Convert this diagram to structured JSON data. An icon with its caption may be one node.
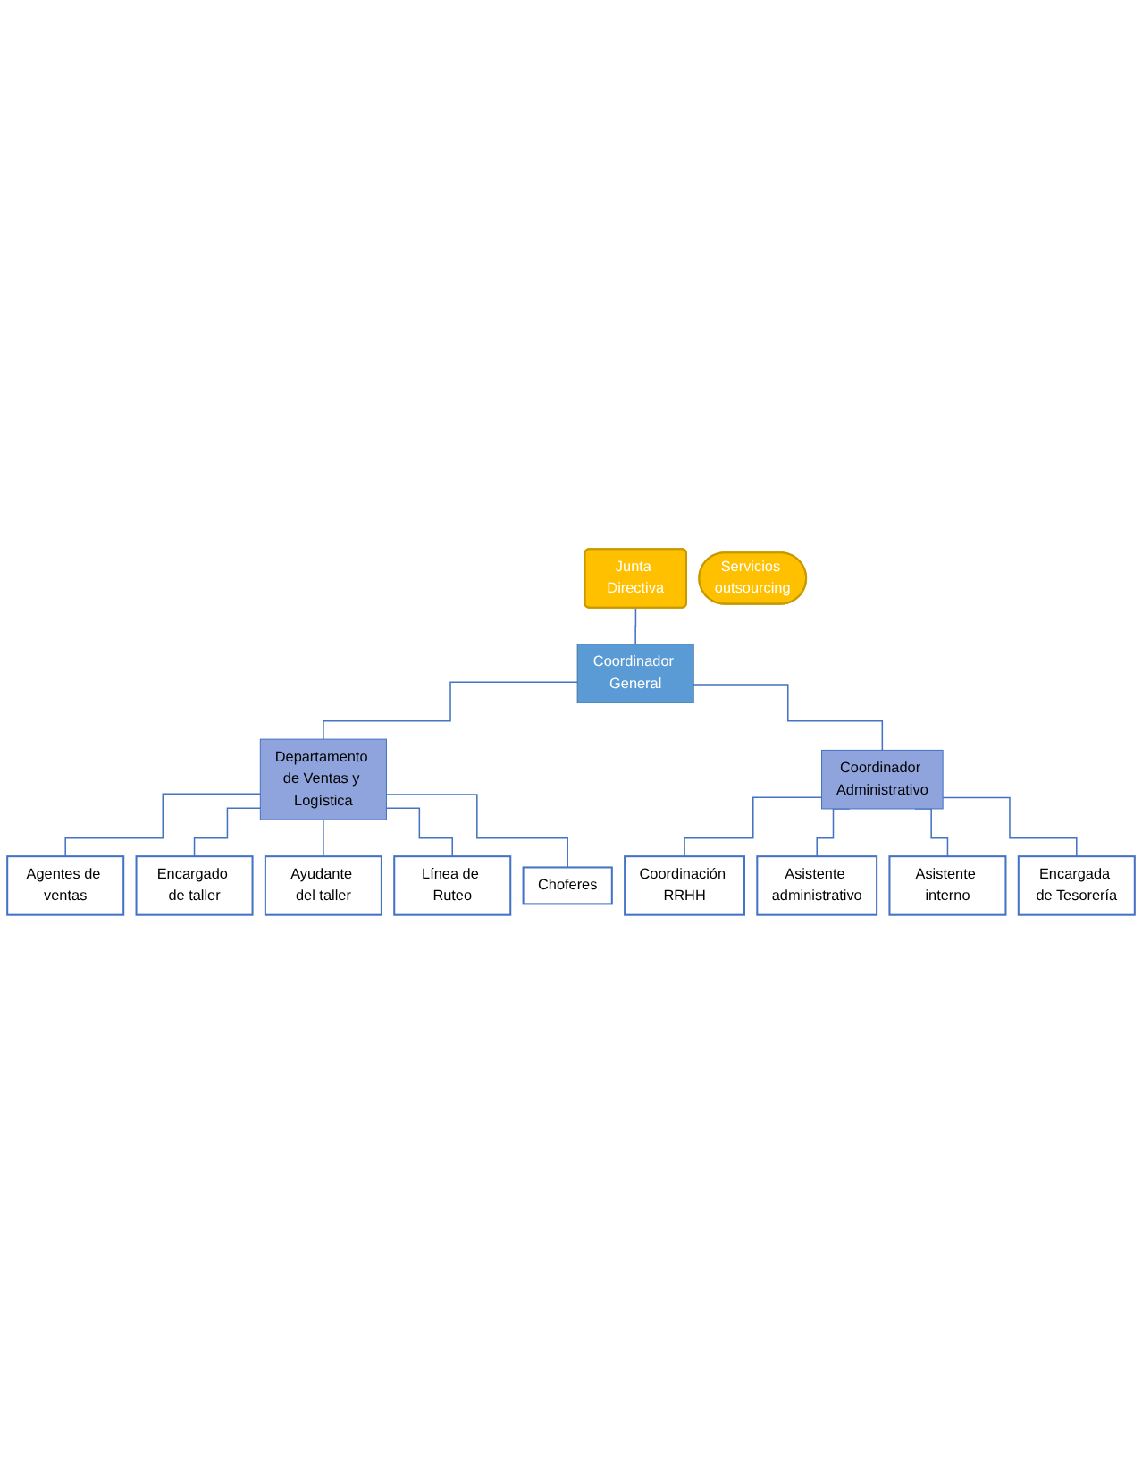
{
  "diagram": {
    "nodes": [
      {
        "text": [
          "Junta Directiva"
        ]
      },
      {
        "text": [
          "Coordinador General"
        ]
      },
      {
        "text": [
          "Servicios outsourcing"
        ]
      },
      {
        "text": [
          "Departamento de Ventas y Logística"
        ]
      },
      {
        "text": [
          "Coordinador Administrativo"
        ]
      },
      {
        "text": [
          "Agentes de ventas"
        ]
      },
      {
        "text": [
          "Encargado de taller"
        ]
      },
      {
        "text": [
          "Ayudante del taller"
        ]
      },
      {
        "text": [
          "Línea de Ruteo"
        ]
      },
      {
        "text": [
          "Choferes"
        ]
      },
      {
        "text": [
          "Coordinación RRHH"
        ]
      },
      {
        "text": [
          "Asistente administrativo"
        ]
      },
      {
        "text": [
          "Asistente interno"
        ]
      },
      {
        "text": [
          "Encargada de Tesorería"
        ]
      }
    ],
    "edges": [
      {
        "from": 0,
        "to": 1,
        "arrow": "none"
      },
      {
        "from": 1,
        "to": 3,
        "arrow": "none"
      },
      {
        "from": 1,
        "to": 4,
        "arrow": "none"
      },
      {
        "from": 3,
        "to": 5,
        "arrow": "none"
      },
      {
        "from": 3,
        "to": 6,
        "arrow": "none"
      },
      {
        "from": 3,
        "to": 7,
        "arrow": "none"
      },
      {
        "from": 3,
        "to": 8,
        "arrow": "none"
      },
      {
        "from": 3,
        "to": 9,
        "arrow": "none"
      },
      {
        "from": 4,
        "to": 10,
        "arrow": "none"
      },
      {
        "from": 4,
        "to": 11,
        "arrow": "none"
      },
      {
        "from": 4,
        "to": 12,
        "arrow": "none"
      },
      {
        "from": 4,
        "to": 13,
        "arrow": "none"
      }
    ]
  }
}
